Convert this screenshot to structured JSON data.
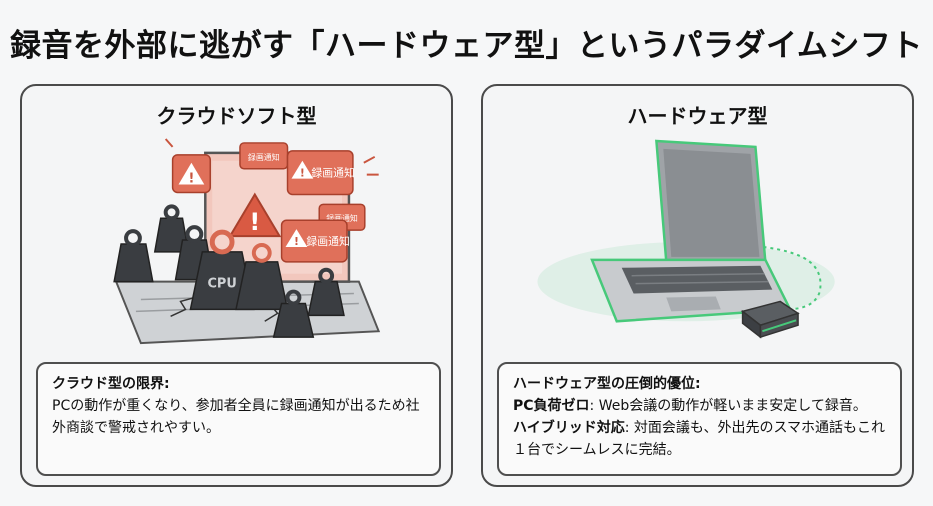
{
  "title": "録音を外部に逃がす「ハードウェア型」というパラダイムシフト",
  "left": {
    "heading": "クラウドソフト型",
    "icon_labels": {
      "alert_1": "録画通知",
      "alert_2": "録画通知",
      "alert_3": "録画通知",
      "alert_4": "録画通知",
      "weight": "CPU"
    },
    "box_heading": "クラウド型の限界:",
    "box_text": "PCの動作が重くなり、参加者全員に録画通知が出るため社外商談で警戒されやすい。"
  },
  "right": {
    "heading": "ハードウェア型",
    "box_heading": "ハードウェア型の圧倒的優位:",
    "item1_label": "PC負荷ゼロ",
    "item1_text": ": Web会議の動作が軽いまま安定して録音。",
    "item2_label": "ハイブリッド対応",
    "item2_text": ": 対面会議も、外出先のスマホ通話もこれ１台でシームレスに完結。"
  },
  "colors": {
    "alert": "#e0705a",
    "alert_dark": "#c9553e",
    "weight": "#3a3d41",
    "device_glow": "#47c97a"
  }
}
